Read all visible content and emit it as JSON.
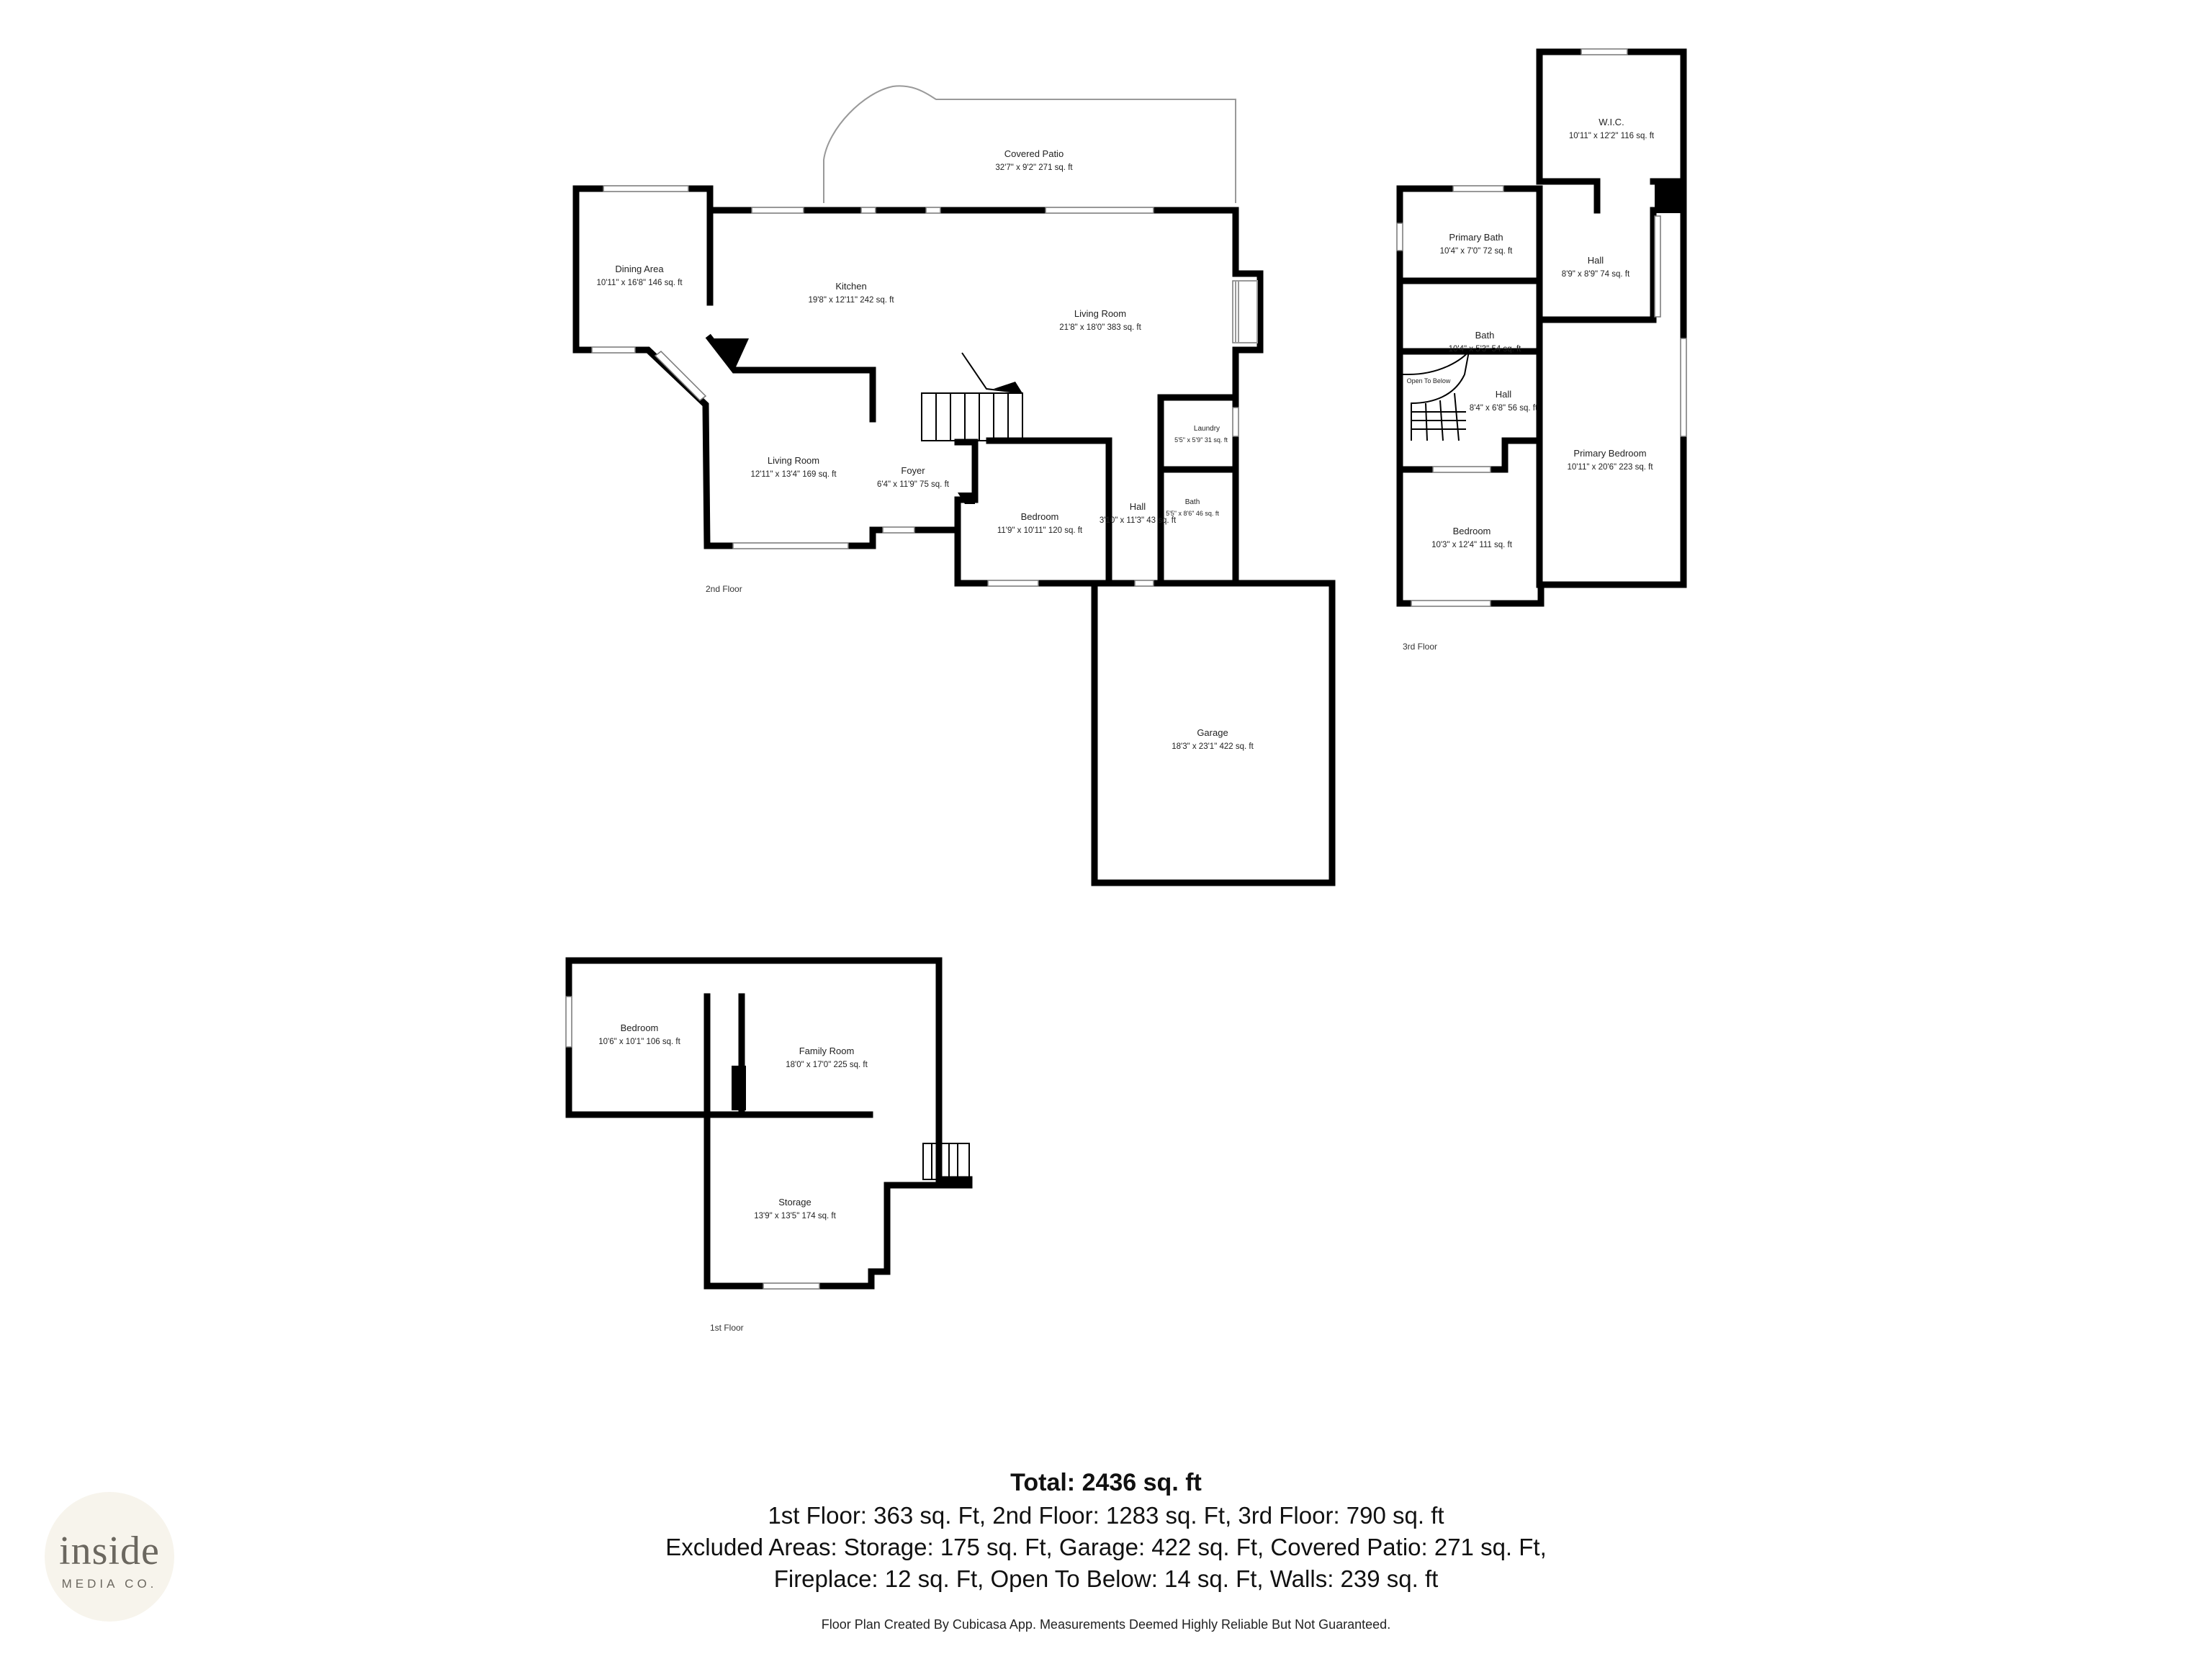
{
  "rooms": {
    "covered_patio": {
      "name": "Covered Patio",
      "dims": "32'7\" x 9'2\" 271 sq. ft"
    },
    "dining_area": {
      "name": "Dining Area",
      "dims": "10'11\" x 16'8\" 146 sq. ft"
    },
    "kitchen": {
      "name": "Kitchen",
      "dims": "19'8\" x 12'11\" 242 sq. ft"
    },
    "living_room_main": {
      "name": "Living Room",
      "dims": "21'8\" x 18'0\" 383 sq. ft"
    },
    "living_room_2": {
      "name": "Living Room",
      "dims": "12'11\" x 13'4\" 169 sq. ft"
    },
    "foyer": {
      "name": "Foyer",
      "dims": "6'4\" x 11'9\" 75 sq. ft"
    },
    "bedroom_2nd": {
      "name": "Bedroom",
      "dims": "11'9\" x 10'11\" 120 sq. ft"
    },
    "hall_2nd": {
      "name": "Hall",
      "dims": "3'10\" x 11'3\" 43 sq. ft"
    },
    "laundry": {
      "name": "Laundry",
      "dims": "5'5\" x 5'9\" 31 sq. ft"
    },
    "bath_2nd": {
      "name": "Bath",
      "dims": "5'5\" x 8'6\" 46 sq. ft"
    },
    "garage": {
      "name": "Garage",
      "dims": "18'3\" x 23'1\" 422 sq. ft"
    },
    "wic": {
      "name": "W.I.C.",
      "dims": "10'11\" x 12'2\" 116 sq. ft"
    },
    "primary_bath": {
      "name": "Primary Bath",
      "dims": "10'4\" x 7'0\" 72 sq. ft"
    },
    "hall_3rd_a": {
      "name": "Hall",
      "dims": "8'9\" x 8'9\" 74 sq. ft"
    },
    "bath_3rd": {
      "name": "Bath",
      "dims": "10'4\" x 5'3\" 54 sq. ft"
    },
    "open_to_below": {
      "name": "Open To Below"
    },
    "hall_3rd_b": {
      "name": "Hall",
      "dims": "8'4\" x 6'8\" 56 sq. ft"
    },
    "primary_bedroom": {
      "name": "Primary Bedroom",
      "dims": "10'11\" x 20'6\" 223 sq. ft"
    },
    "bedroom_3rd": {
      "name": "Bedroom",
      "dims": "10'3\" x 12'4\" 111 sq. ft"
    },
    "bedroom_1st": {
      "name": "Bedroom",
      "dims": "10'6\" x 10'1\" 106 sq. ft"
    },
    "family_room": {
      "name": "Family Room",
      "dims": "18'0\" x 17'0\" 225 sq. ft"
    },
    "storage": {
      "name": "Storage",
      "dims": "13'9\" x 13'5\" 174 sq. ft"
    }
  },
  "floor_labels": {
    "second": "2nd Floor",
    "third": "3rd Floor",
    "first": "1st Floor"
  },
  "summary": {
    "total": "Total: 2436 sq. ft",
    "line1": "1st Floor: 363 sq. Ft, 2nd Floor: 1283 sq. Ft, 3rd Floor: 790 sq. ft",
    "line2": "Excluded Areas: Storage: 175 sq. Ft, Garage: 422 sq. Ft, Covered Patio: 271 sq. Ft,",
    "line3": "Fireplace: 12 sq. Ft, Open To Below: 14 sq. Ft, Walls: 239 sq. ft",
    "disclaimer": "Floor Plan Created By Cubicasa App. Measurements Deemed Highly Reliable But Not Guaranteed."
  },
  "logo": {
    "main": "inside",
    "sub": "MEDIA CO."
  }
}
